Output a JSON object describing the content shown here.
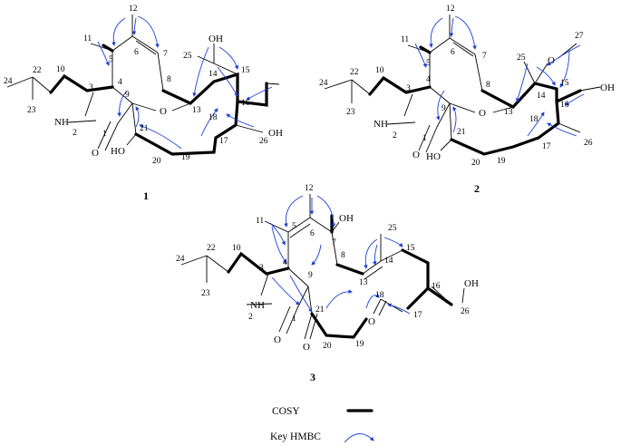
{
  "compounds": {
    "c1": {
      "label": "1",
      "numbers": {
        "n1": "1",
        "n2": "2",
        "n3": "3",
        "n4": "4",
        "n5": "5",
        "n6": "6",
        "n7": "7",
        "n8": "8",
        "n9": "9",
        "n10": "10",
        "n11": "11",
        "n12": "12",
        "n13": "13",
        "n14": "14",
        "n15": "15",
        "n16": "16",
        "n17": "17",
        "n18": "18",
        "n19": "19",
        "n20": "20",
        "n21": "21",
        "n22": "22",
        "n23": "23",
        "n24": "24",
        "n25": "25",
        "n26": "26"
      },
      "hetero": {
        "oh14": "OH",
        "oh26": "OH",
        "oh21": "HO",
        "o_ring": "O",
        "nh": "NH",
        "o_carbonyl": "O"
      }
    },
    "c2": {
      "label": "2",
      "numbers": {
        "n1": "1",
        "n2": "2",
        "n3": "3",
        "n4": "4",
        "n5": "5",
        "n6": "6",
        "n7": "7",
        "n8": "8",
        "n9": "9",
        "n10": "10",
        "n11": "11",
        "n12": "12",
        "n13": "13",
        "n14": "14",
        "n15": "15",
        "n16": "16",
        "n17": "17",
        "n18": "18",
        "n19": "19",
        "n20": "20",
        "n21": "21",
        "n22": "22",
        "n23": "23",
        "n24": "24",
        "n25": "25",
        "n26": "26",
        "n27": "27"
      },
      "hetero": {
        "o_me": "O",
        "oh26": "OH",
        "oh21": "HO",
        "o_ring": "O",
        "nh": "NH",
        "o_carbonyl": "O"
      }
    },
    "c3": {
      "label": "3",
      "numbers": {
        "n1": "1",
        "n2": "2",
        "n3": "3",
        "n4": "4",
        "n5": "5",
        "n6": "6",
        "n7": "7",
        "n8": "8",
        "n9": "9",
        "n10": "10",
        "n11": "11",
        "n12": "12",
        "n13": "13",
        "n14": "14",
        "n15": "15",
        "n16": "16",
        "n17": "17",
        "n18": "18",
        "n19": "19",
        "n20": "20",
        "n21": "21",
        "n22": "22",
        "n23": "23",
        "n24": "24",
        "n25": "25",
        "n26": "26"
      },
      "hetero": {
        "oh7": "OH",
        "oh26": "OH",
        "nh": "NH",
        "o_carbonyl": "O",
        "o_c21": "O",
        "o_c18": "O"
      }
    }
  },
  "legend": {
    "cosy_label": "COSY",
    "hmbc_label": "Key HMBC"
  },
  "colors": {
    "hmbc": "#1a3fd6",
    "bond": "#000000"
  }
}
